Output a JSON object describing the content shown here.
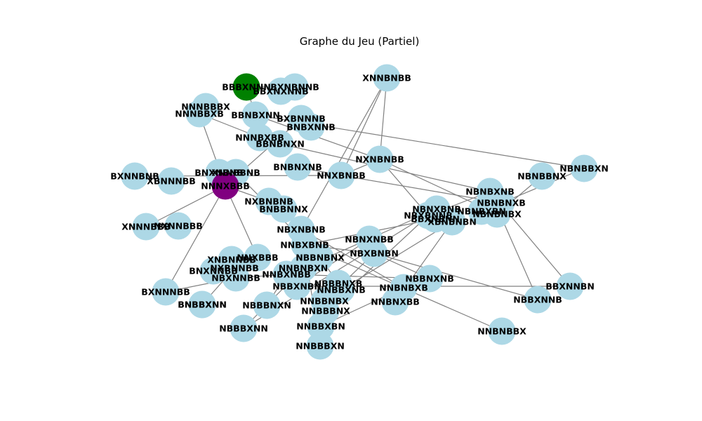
{
  "title": "Graphe du Jeu (Partiel)",
  "colors": {
    "default_node": "#add8e6",
    "start_node": "#008000",
    "current_node": "#800080",
    "edge": "#808080",
    "background": "#ffffff"
  },
  "nodes": [
    {
      "label": "BBBXNNN",
      "role": "start"
    },
    {
      "label": "BBXNXNNB",
      "role": "default"
    },
    {
      "label": "BXNBNNB",
      "role": "default"
    },
    {
      "label": "XNNBNBB",
      "role": "default"
    },
    {
      "label": "NNNBBBX",
      "role": "default"
    },
    {
      "label": "NNNBBXB",
      "role": "default"
    },
    {
      "label": "BBNBXNN",
      "role": "default"
    },
    {
      "label": "BXBNNNB",
      "role": "default"
    },
    {
      "label": "BNBXNNB",
      "role": "default"
    },
    {
      "label": "NNNBXBB",
      "role": "default"
    },
    {
      "label": "BBNBNXN",
      "role": "default"
    },
    {
      "label": "NXNBNBB",
      "role": "default"
    },
    {
      "label": "BXNNBNB",
      "role": "default"
    },
    {
      "label": "XBNNNBB",
      "role": "default"
    },
    {
      "label": "BNXNBNB",
      "role": "default"
    },
    {
      "label": "XNNBBNB",
      "role": "default"
    },
    {
      "label": "NNNXBBB",
      "role": "current"
    },
    {
      "label": "BNBNXNB",
      "role": "default"
    },
    {
      "label": "NNXBNBB",
      "role": "default"
    },
    {
      "label": "NBNBBXN",
      "role": "default"
    },
    {
      "label": "NBNBBNX",
      "role": "default"
    },
    {
      "label": "NBNBXNB",
      "role": "default"
    },
    {
      "label": "NBNBNXB",
      "role": "default"
    },
    {
      "label": "NXBNBNB",
      "role": "default"
    },
    {
      "label": "BNBBNNX",
      "role": "default"
    },
    {
      "label": "BNBBXNN",
      "role": "default"
    },
    {
      "label": "XNNNBBB",
      "role": "default"
    },
    {
      "label": "NXNNBBB",
      "role": "default"
    },
    {
      "label": "NBXNBNB",
      "role": "default"
    },
    {
      "label": "NBNXBNB",
      "role": "default"
    },
    {
      "label": "NBXBNNB",
      "role": "default"
    },
    {
      "label": "BBXNBNN",
      "role": "default"
    },
    {
      "label": "NBNBXBN",
      "role": "default"
    },
    {
      "label": "NBNBNBX",
      "role": "default"
    },
    {
      "label": "XBNBNBN",
      "role": "default"
    },
    {
      "label": "NBNXNBB",
      "role": "default"
    },
    {
      "label": "NNBXBNB",
      "role": "default"
    },
    {
      "label": "NBXBNBN",
      "role": "default"
    },
    {
      "label": "XNBNNBB",
      "role": "default"
    },
    {
      "label": "NNXBBB",
      "role": "default"
    },
    {
      "label": "BNXNNBB",
      "role": "default"
    },
    {
      "label": "NXBNNBB",
      "role": "default"
    },
    {
      "label": "NBXNNBB",
      "role": "default"
    },
    {
      "label": "NBBNBNX",
      "role": "default"
    },
    {
      "label": "NNBNBXN",
      "role": "default"
    },
    {
      "label": "NNBXNBB",
      "role": "default"
    },
    {
      "label": "BXNNNBB",
      "role": "default"
    },
    {
      "label": "NBBNXNB",
      "role": "default"
    },
    {
      "label": "NNBNBXB",
      "role": "default"
    },
    {
      "label": "NBBXNNB",
      "role": "default"
    },
    {
      "label": "BBXNNBN",
      "role": "default"
    },
    {
      "label": "NBBBNXB",
      "role": "default"
    },
    {
      "label": "NBBXNBN",
      "role": "default"
    },
    {
      "label": "NNBBXNB",
      "role": "default"
    },
    {
      "label": "NNBNXBB",
      "role": "default"
    },
    {
      "label": "BNBBXNN",
      "role": "default"
    },
    {
      "label": "NBBBNXN",
      "role": "default"
    },
    {
      "label": "NNBBNBX",
      "role": "default"
    },
    {
      "label": "NNBBBNX",
      "role": "default"
    },
    {
      "label": "NBBBXNN",
      "role": "default"
    },
    {
      "label": "NNBBXBN",
      "role": "default"
    },
    {
      "label": "NNBNBBX",
      "role": "default"
    },
    {
      "label": "NNBBBXN",
      "role": "default"
    }
  ],
  "edges": [
    [
      "BBBXNNN",
      "BBNBXNN"
    ],
    [
      "BBBXNNN",
      "BXNBNNB"
    ],
    [
      "NNNBBXB",
      "NNNXBBB"
    ],
    [
      "NNNBBXB",
      "NNNBXBB"
    ],
    [
      "BBNBXNN",
      "NBNBBXN"
    ],
    [
      "BBNBXNN",
      "NXNBNBB"
    ],
    [
      "XNNBNBB",
      "NNXBNBB"
    ],
    [
      "XNNBNBB",
      "NXNBNBB"
    ],
    [
      "XNNBNBB",
      "NBXNBNB"
    ],
    [
      "BXBNNNB",
      "NNNXBBB"
    ],
    [
      "BBNBNXN",
      "NBNBXNB"
    ],
    [
      "NNNBXBB",
      "BBNBNXN"
    ],
    [
      "NXNBNBB",
      "NBNBNBX"
    ],
    [
      "NXNBNBB",
      "NBXBNNB"
    ],
    [
      "NNXBNBB",
      "BNBNXNB"
    ],
    [
      "NNXBNBB",
      "NBNBNXB"
    ],
    [
      "NNXBNBB",
      "NXNBNBB"
    ],
    [
      "NNNXBBB",
      "NXBNBNB"
    ],
    [
      "NNNXBBB",
      "XNNNBBB"
    ],
    [
      "NNNXBBB",
      "NNXBBB"
    ],
    [
      "NNNXBBB",
      "BXNNNBB"
    ],
    [
      "BXNNBNB",
      "NNXBNBB"
    ],
    [
      "XNNBBNB",
      "NBBNBNX"
    ],
    [
      "NBNBBXN",
      "NBNBXBN"
    ],
    [
      "NBNBBNX",
      "NBNBNBX"
    ],
    [
      "NBNBXNB",
      "BBXNNBN"
    ],
    [
      "NBNBXNB",
      "NBBXNNB"
    ],
    [
      "NBNBXNB",
      "NBXBNNB"
    ],
    [
      "NBXBNNB",
      "NNBBBNX"
    ],
    [
      "NBNXBNB",
      "NNBNBXN"
    ],
    [
      "NBNXBNB",
      "NBBBXNN"
    ],
    [
      "XBNBNBN",
      "NNBBXNB"
    ],
    [
      "XBNBNBN",
      "NNBNXBB"
    ],
    [
      "NBNXNBB",
      "NBBXNBN"
    ],
    [
      "NBXNBNB",
      "NNBNBXB"
    ],
    [
      "NBXNBNB",
      "NNBBBXN"
    ],
    [
      "NBXBNBN",
      "NNBBNBX"
    ],
    [
      "NBXBNBN",
      "NBBNXNB"
    ],
    [
      "NBXBNBN",
      "NNBXBNB"
    ],
    [
      "NNBXBNB",
      "BBXNBNN"
    ],
    [
      "NNBXBNB",
      "NNBNBBX"
    ],
    [
      "NXBNNBB",
      "BNXNNBB"
    ],
    [
      "NXBNNBB",
      "BNBBXNN"
    ],
    [
      "NBBNBNX",
      "NBBBNXB"
    ],
    [
      "NBXNNBB",
      "NNBXNBB"
    ],
    [
      "NBXNNBB",
      "BXNNNBB"
    ],
    [
      "NNBXNBB",
      "NBBNXNB"
    ],
    [
      "NNBXNBB",
      "NBBBNXN"
    ],
    [
      "BBXNNBN",
      "NBBXNBN"
    ],
    [
      "NNBNBXB",
      "NNBBXBN"
    ],
    [
      "NBBBXNN",
      "NNBNBXN"
    ],
    [
      "NNBBNBX",
      "NNBBXBN"
    ],
    [
      "NBBXNNB",
      "NBXBNBN"
    ]
  ]
}
